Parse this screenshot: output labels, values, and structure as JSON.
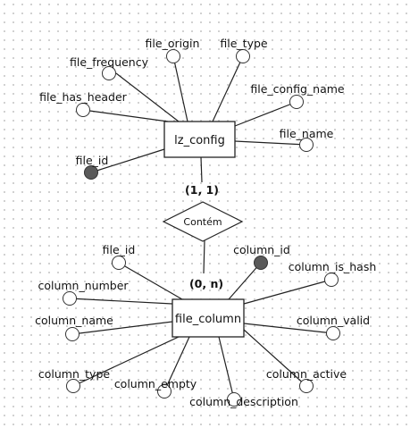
{
  "entities": {
    "lz_config": {
      "label": "lz_config"
    },
    "file_column": {
      "label": "file_column"
    }
  },
  "relationship": {
    "label": "Contém",
    "cardinality_top": "(1, 1)",
    "cardinality_bottom": "(0, n)"
  },
  "lz_config_attributes": [
    {
      "id": "file_origin",
      "label": "file_origin",
      "key": false
    },
    {
      "id": "file_type",
      "label": "file_type",
      "key": false
    },
    {
      "id": "file_frequency",
      "label": "file_frequency",
      "key": false
    },
    {
      "id": "file_has_header",
      "label": "file_has_header",
      "key": false
    },
    {
      "id": "file_config_name",
      "label": "file_config_name",
      "key": false
    },
    {
      "id": "file_name",
      "label": "file_name",
      "key": false
    },
    {
      "id": "file_id",
      "label": "file_id",
      "key": true
    }
  ],
  "file_column_attributes": [
    {
      "id": "fc_file_id",
      "label": "file_id",
      "key": false
    },
    {
      "id": "column_id",
      "label": "column_id",
      "key": true
    },
    {
      "id": "column_is_hash",
      "label": "column_is_hash",
      "key": false
    },
    {
      "id": "column_number",
      "label": "column_number",
      "key": false
    },
    {
      "id": "column_name",
      "label": "column_name",
      "key": false
    },
    {
      "id": "column_valid",
      "label": "column_valid",
      "key": false
    },
    {
      "id": "column_type",
      "label": "column_type",
      "key": false
    },
    {
      "id": "column_empty",
      "label": "column_empty",
      "key": false
    },
    {
      "id": "column_description",
      "label": "column_description",
      "key": false
    },
    {
      "id": "column_active",
      "label": "column_active",
      "key": false
    }
  ],
  "colors": {
    "key_fill": "#5a5a5a",
    "attr_fill": "#ffffff",
    "stroke": "#222222"
  }
}
